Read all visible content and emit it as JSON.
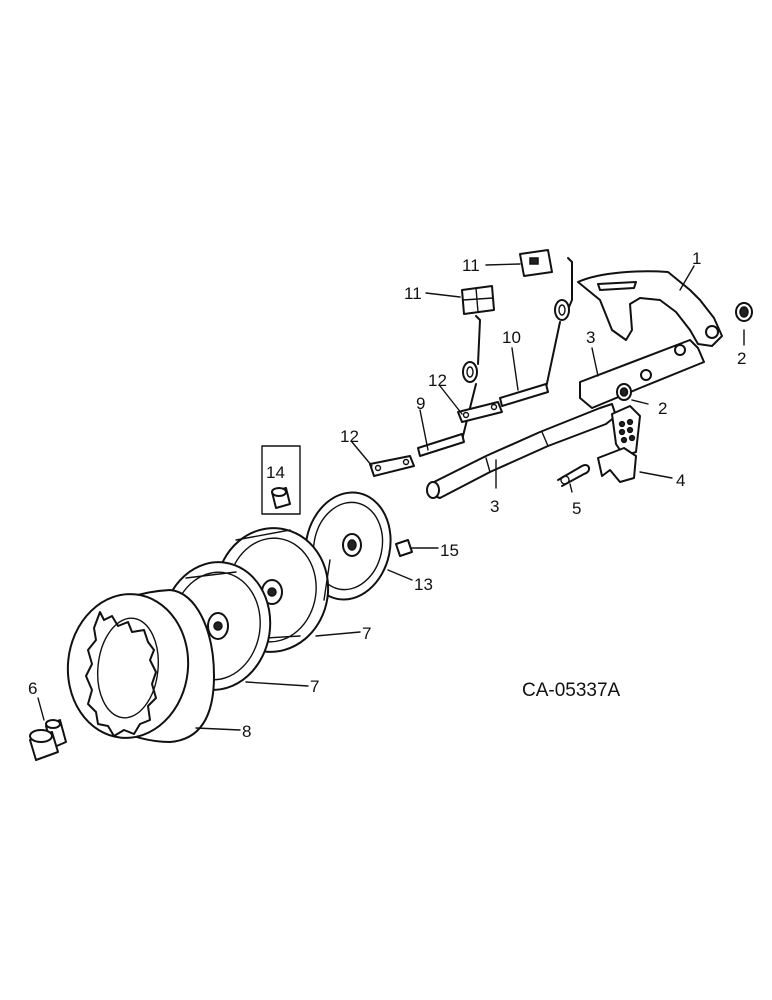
{
  "diagram": {
    "drawing_code": "CA-05337A",
    "callouts": {
      "c1": "1",
      "c2a": "2",
      "c2b": "2",
      "c3a": "3",
      "c3b": "3",
      "c4": "4",
      "c5": "5",
      "c6": "6",
      "c7a": "7",
      "c7b": "7",
      "c8": "8",
      "c9": "9",
      "c10": "10",
      "c11a": "11",
      "c11b": "11",
      "c12a": "12",
      "c12b": "12",
      "c13": "13",
      "c14": "14",
      "c15": "15"
    }
  }
}
